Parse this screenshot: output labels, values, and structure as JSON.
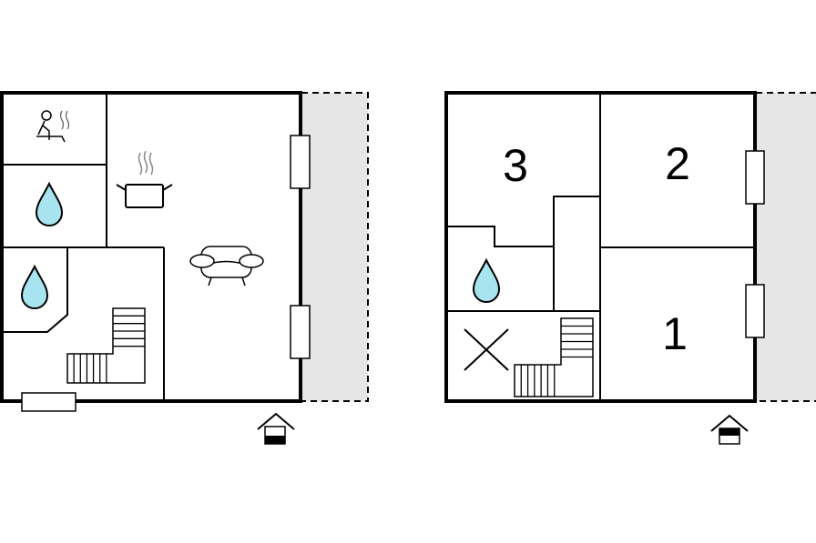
{
  "floors": [
    {
      "rooms": [
        {
          "icon": "sauna-icon"
        },
        {
          "icon": "bathroom-icon"
        },
        {
          "icon": "bathroom-icon"
        },
        {
          "icon": "kitchen-icon"
        },
        {
          "icon": "sofa-icon"
        },
        {
          "icon": "stairs-icon"
        }
      ],
      "entrance_icon": "entrance-icon"
    },
    {
      "rooms": [
        {
          "label": "3"
        },
        {
          "label": "2"
        },
        {
          "label": "1"
        },
        {
          "icon": "bathroom-icon"
        },
        {
          "icon": "void-cross-icon"
        },
        {
          "icon": "stairs-icon"
        }
      ],
      "entrance_icon": "entrance-icon"
    }
  ],
  "colors": {
    "wall": "#000000",
    "terrace": "#e6e6e6",
    "water": "#a8e4ef",
    "background": "#ffffff"
  }
}
